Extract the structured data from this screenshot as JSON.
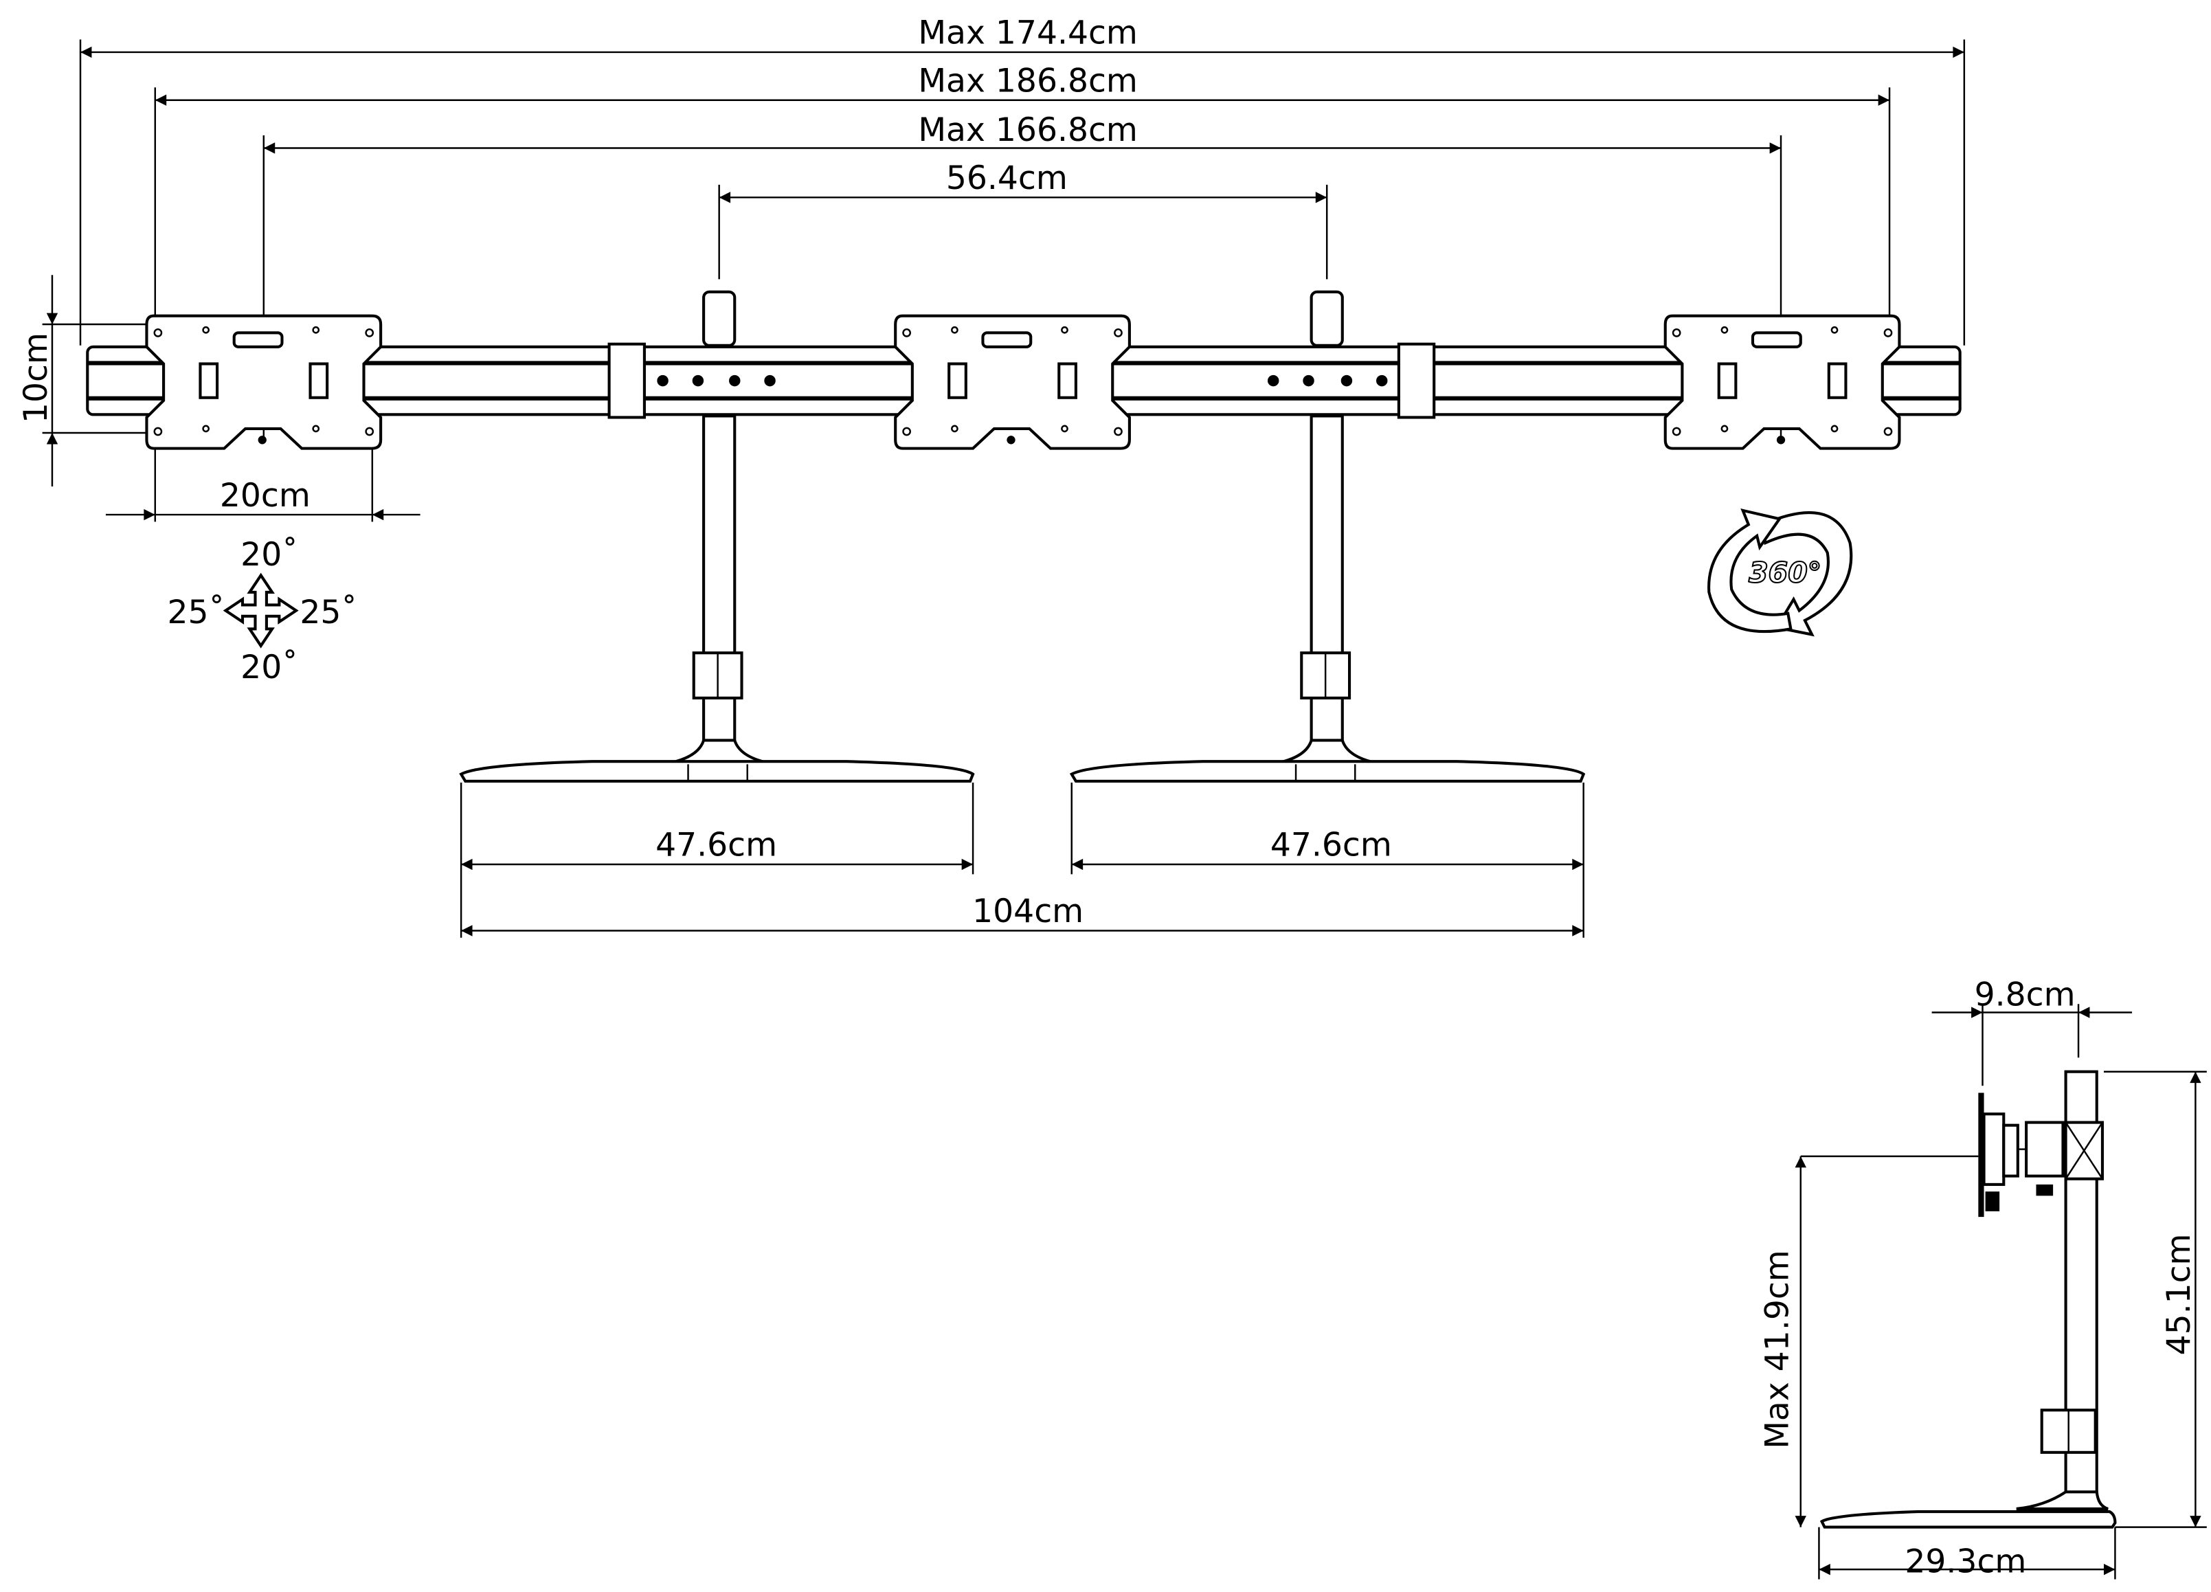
{
  "front_view": {
    "dimensions": {
      "overall_rail": "Max 174.4cm",
      "outer_plates": "Max 186.8cm",
      "plate_centers": "Max 166.8cm",
      "pole_spacing": "56.4cm",
      "plate_height": "10cm",
      "plate_width": "20cm",
      "base_left": "47.6cm",
      "base_right": "47.6cm",
      "bases_total": "104cm"
    },
    "tilt": {
      "up": "20˚",
      "down": "20˚",
      "left": "25˚",
      "right": "25˚"
    },
    "rotation_badge": "360°"
  },
  "side_view": {
    "dimensions": {
      "depth": "9.8cm",
      "pole_height": "45.1cm",
      "max_height": "Max 41.9cm",
      "base_depth": "29.3cm"
    }
  },
  "colors": {
    "line": "#000000",
    "background": "#ffffff"
  }
}
